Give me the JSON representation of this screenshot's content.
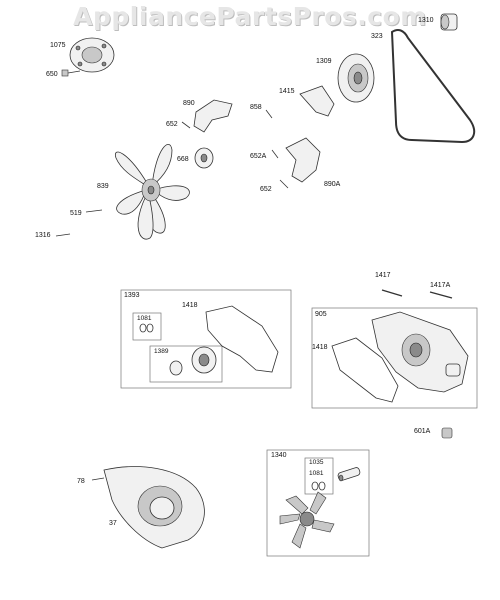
{
  "watermark": "AppliancePartsPros.com",
  "groups": [
    {
      "number": "1393",
      "members": [
        "1081",
        "1389",
        "1418"
      ]
    },
    {
      "number": "905",
      "members": [
        "1418"
      ]
    },
    {
      "number": "1340",
      "members": [
        "1035",
        "1081"
      ]
    }
  ],
  "callouts": {
    "p1075": "1075",
    "p650": "650",
    "p1310": "1310",
    "p323": "323",
    "p1309": "1309",
    "p890": "890",
    "p858": "858",
    "p1415": "1415",
    "p652": "652",
    "p668": "668",
    "p652a": "652A",
    "p839": "839",
    "p652b": "652",
    "p890a": "890A",
    "p519": "519",
    "p1316": "1316",
    "p1417": "1417",
    "p1417a": "1417A",
    "p1393": "1393",
    "p1418a": "1418",
    "p1081a": "1081",
    "p1389": "1389",
    "p905": "905",
    "p1418b": "1418",
    "p601a": "601A",
    "p78": "78",
    "p37": "37",
    "p1340": "1340",
    "p1035": "1035",
    "p1081b": "1081"
  }
}
